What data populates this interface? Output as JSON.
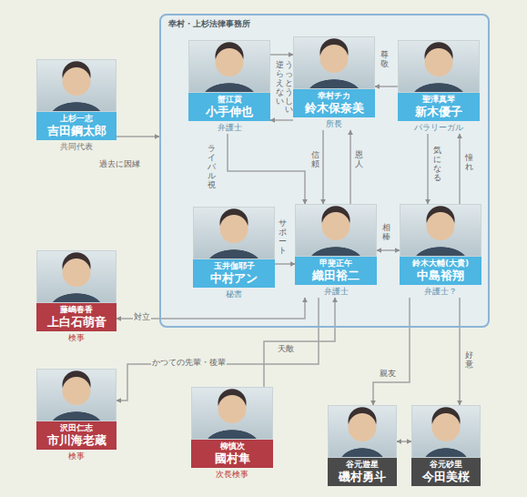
{
  "diagram": {
    "nodes": [
      {
        "text": [
          "幸村・上杉法律事務所"
        ]
      },
      {
        "text": [
          "蟹江貢",
          "小手伸也",
          "弁護士"
        ],
        "in": 0
      },
      {
        "text": [
          "幸村チカ",
          "鈴木保奈美",
          "所長"
        ],
        "in": 0
      },
      {
        "text": [
          "聖澤真琴",
          "新木優子",
          "パラリーガル"
        ],
        "in": 0
      },
      {
        "text": [
          "玉井伽耶子",
          "中村アン",
          "秘書"
        ],
        "in": 0
      },
      {
        "text": [
          "甲斐正午",
          "織田裕二",
          "弁護士"
        ],
        "in": 0
      },
      {
        "text": [
          "鈴木大輔(大貴)",
          "中島裕翔",
          "弁護士？"
        ],
        "in": 0
      },
      {
        "text": [
          "上杉一志",
          "吉田鋼太郎",
          "共同代表"
        ]
      },
      {
        "text": [
          "藤嶋春香",
          "上白石萌音",
          "検事"
        ]
      },
      {
        "text": [
          "沢田仁志",
          "市川海老蔵",
          "検事"
        ]
      },
      {
        "text": [
          "柳慎次",
          "國村隼",
          "次長検事"
        ]
      },
      {
        "text": [
          "谷元遊星",
          "磯村勇斗"
        ]
      },
      {
        "text": [
          "谷元砂里",
          "今田美桜"
        ]
      }
    ],
    "edges": [
      {
        "from": 7,
        "to": 0,
        "label": "過去に因縁",
        "arrow": "to"
      },
      {
        "from": 1,
        "to": 2,
        "label": "逆らえない",
        "arrow": "to"
      },
      {
        "from": 2,
        "to": 1,
        "label": "うっとうしい",
        "arrow": "to"
      },
      {
        "from": 3,
        "to": 2,
        "label": "尊敬",
        "arrow": "to"
      },
      {
        "from": 1,
        "to": 5,
        "label": "ライバル視",
        "arrow": "to"
      },
      {
        "from": 2,
        "to": 5,
        "label": "信頼",
        "arrow": "to"
      },
      {
        "from": 5,
        "to": 2,
        "label": "恩人",
        "arrow": "to"
      },
      {
        "from": 3,
        "to": 6,
        "label": "気になる",
        "arrow": "to"
      },
      {
        "from": 6,
        "to": 3,
        "label": "憧れ",
        "arrow": "to"
      },
      {
        "from": 4,
        "to": 5,
        "label": "サポート",
        "arrow": "to"
      },
      {
        "from": 5,
        "to": 6,
        "label": "相棒",
        "arrow": "both"
      },
      {
        "from": 5,
        "to": 8,
        "label": "対立",
        "arrow": "both"
      },
      {
        "from": 5,
        "to": 9,
        "label": "かつての先輩・後輩",
        "arrow": "to"
      },
      {
        "from": 10,
        "to": 5,
        "label": "天敵",
        "arrow": "to"
      },
      {
        "from": 6,
        "to": 11,
        "label": "親友",
        "arrow": "to"
      },
      {
        "from": 6,
        "to": 12,
        "label": "好意",
        "arrow": "to"
      },
      {
        "from": 11,
        "to": 12,
        "arrow": "both"
      }
    ]
  }
}
